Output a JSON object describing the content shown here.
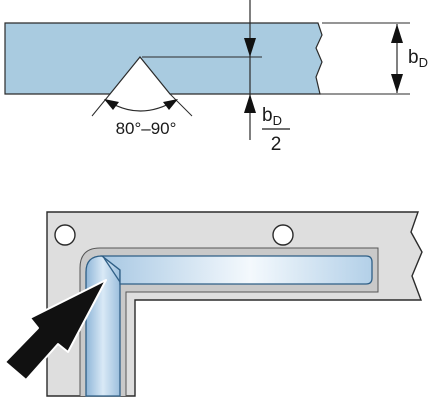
{
  "top_figure": {
    "angle_label": "80°–90°",
    "thickness_label": "b",
    "thickness_sub": "D",
    "depth_numerator": "b",
    "depth_numerator_sub": "D",
    "depth_denominator": "2"
  },
  "colors": {
    "strip_fill": "#a9cbe0",
    "plate_fill": "#dedede",
    "groove_tube": "#cfe3f3",
    "outline": "#2b2b2b",
    "arrow": "#111111"
  }
}
